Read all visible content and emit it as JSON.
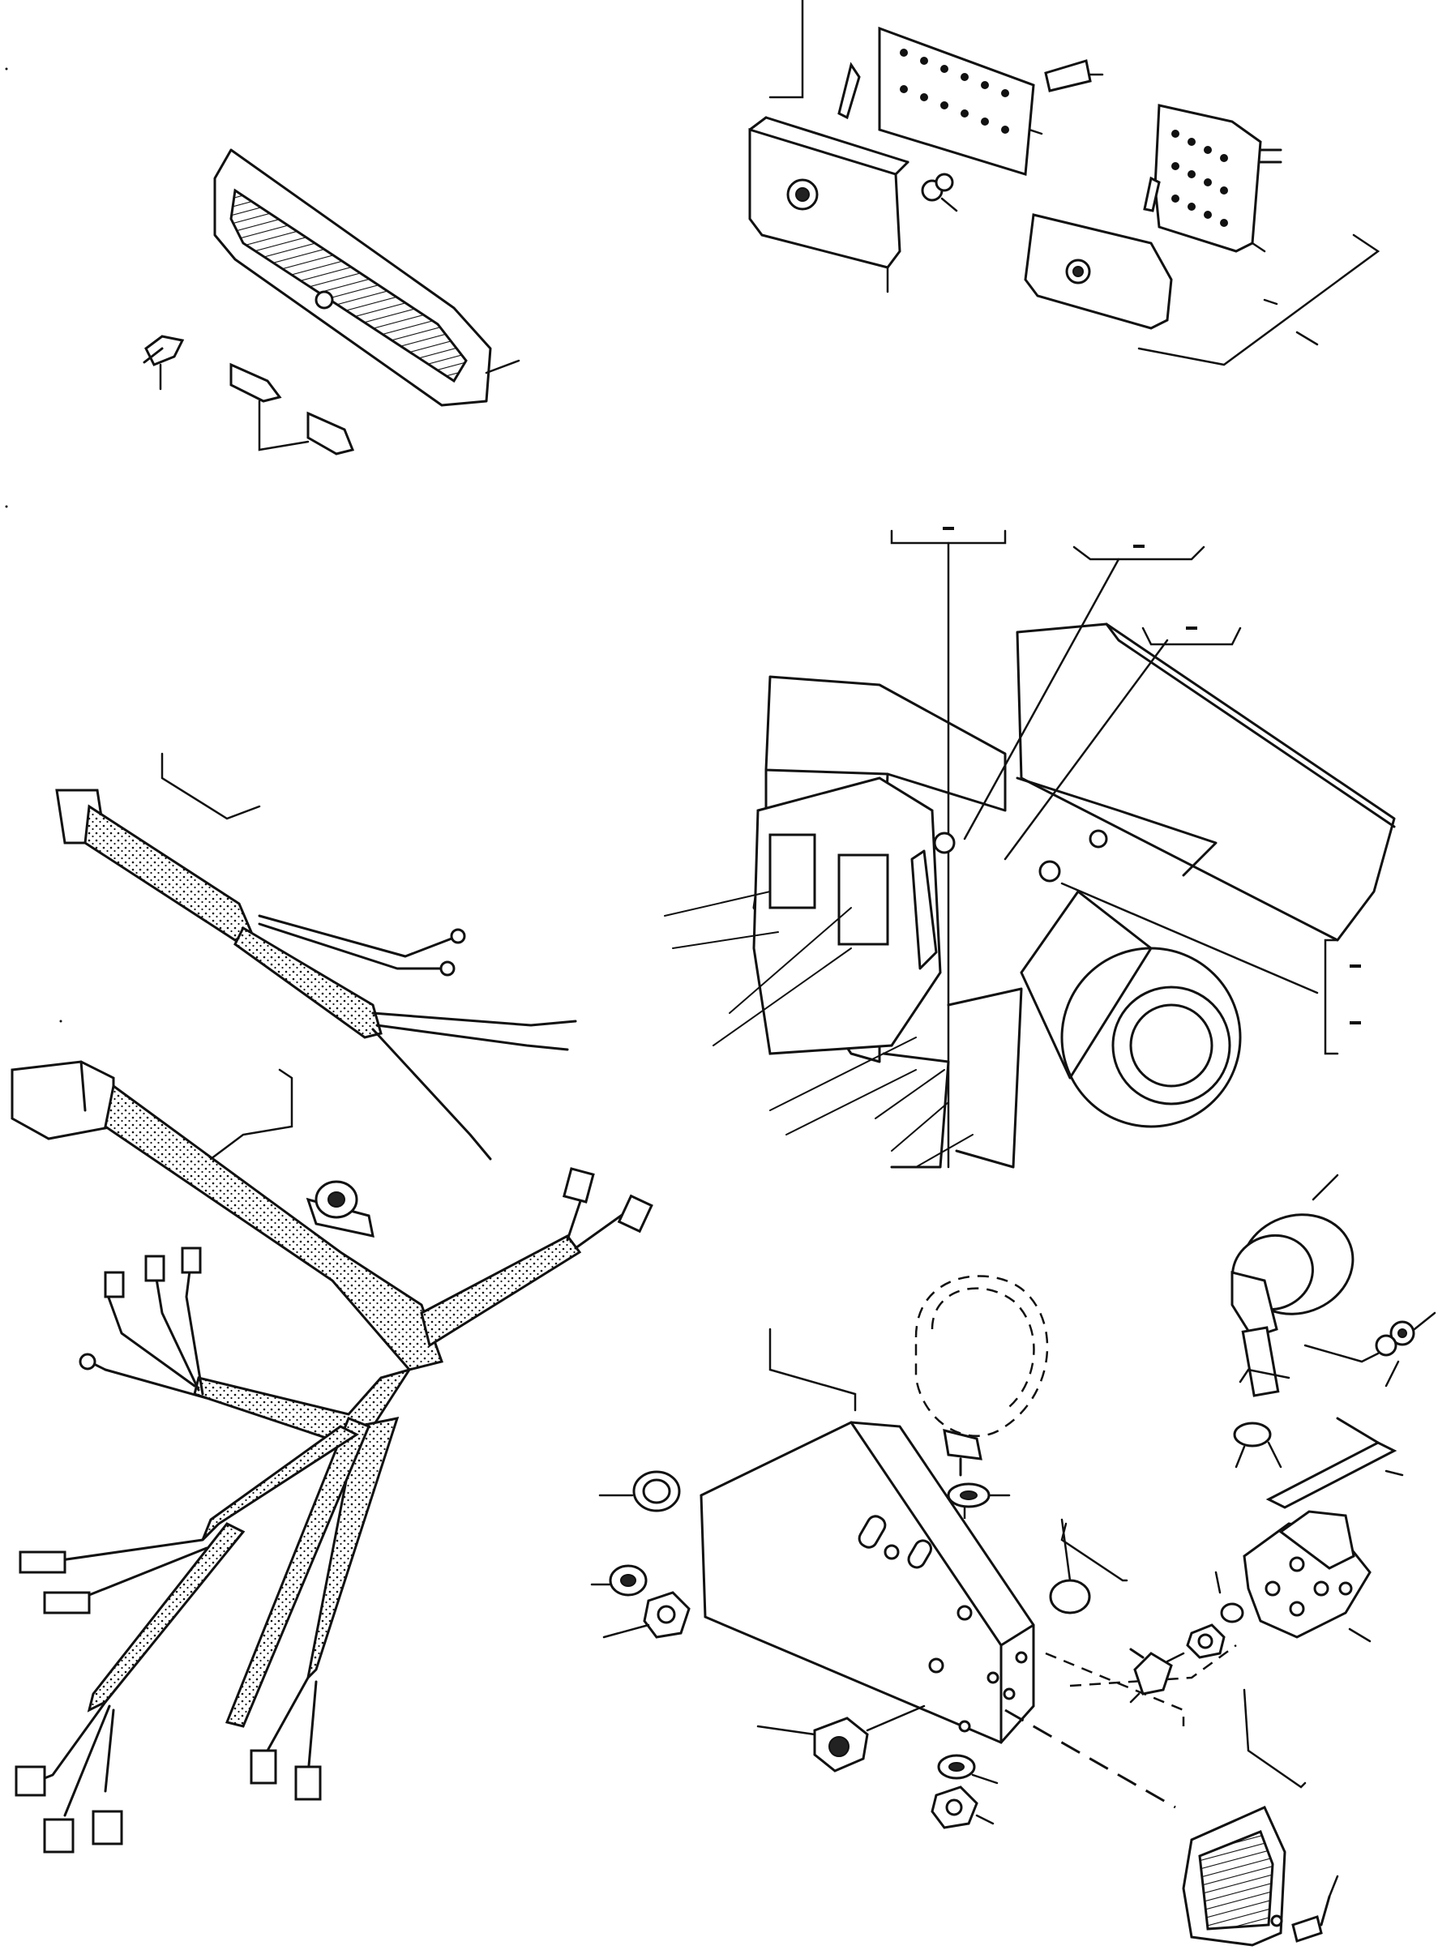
{
  "diagram": {
    "colors": {
      "ink": "#111111",
      "paper": "#ffffff"
    },
    "parts": [
      {
        "name": "rear-lamp-assembly",
        "icon": "rear-lamp-icon"
      },
      {
        "name": "connector-block-with-cover",
        "icon": "connector-block-icon"
      },
      {
        "name": "connector-block-small",
        "icon": "connector-block-icon"
      },
      {
        "name": "wheel-loader-machine-view",
        "icon": "wheel-loader-icon"
      },
      {
        "name": "short-wiring-harness",
        "icon": "wiring-harness-icon"
      },
      {
        "name": "main-wiring-harness",
        "icon": "wiring-harness-icon"
      },
      {
        "name": "harness-clamp",
        "icon": "clamp-icon"
      },
      {
        "name": "horn",
        "icon": "horn-icon"
      },
      {
        "name": "work-lamp",
        "icon": "lamp-icon"
      },
      {
        "name": "mounting-bracket-housing",
        "icon": "bracket-icon"
      },
      {
        "name": "rotary-switch",
        "icon": "switch-icon"
      },
      {
        "name": "side-indicator-lamp",
        "icon": "indicator-lamp-icon"
      }
    ]
  }
}
